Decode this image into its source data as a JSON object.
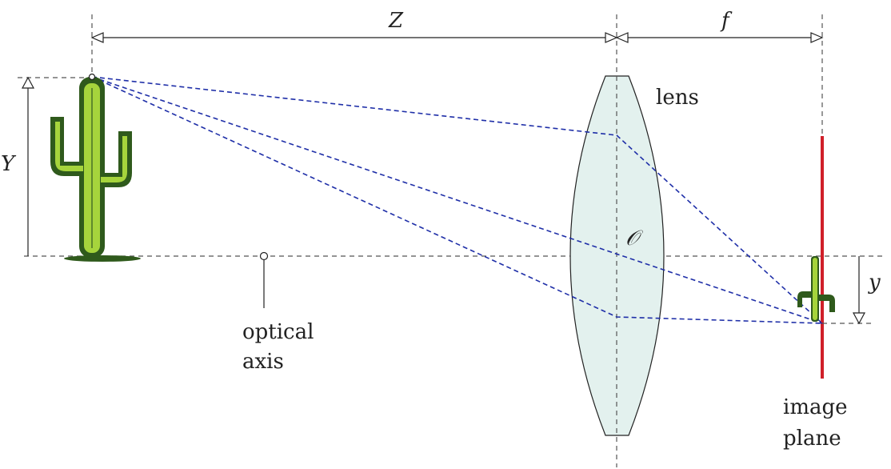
{
  "labels": {
    "object_distance": "Z",
    "focal_length": "f",
    "object_height": "Y",
    "image_height": "y",
    "lens": "lens",
    "optical_center": "𝒪",
    "optical_axis_line1": "optical",
    "optical_axis_line2": "axis",
    "image_plane_line1": "image",
    "image_plane_line2": "plane"
  },
  "colors": {
    "ray": "#1f2fa8",
    "image_plane": "#d0202a",
    "lens_fill": "#e3f1ee",
    "cactus_dark": "#2f5a1c",
    "cactus_light": "#a6d43c"
  }
}
